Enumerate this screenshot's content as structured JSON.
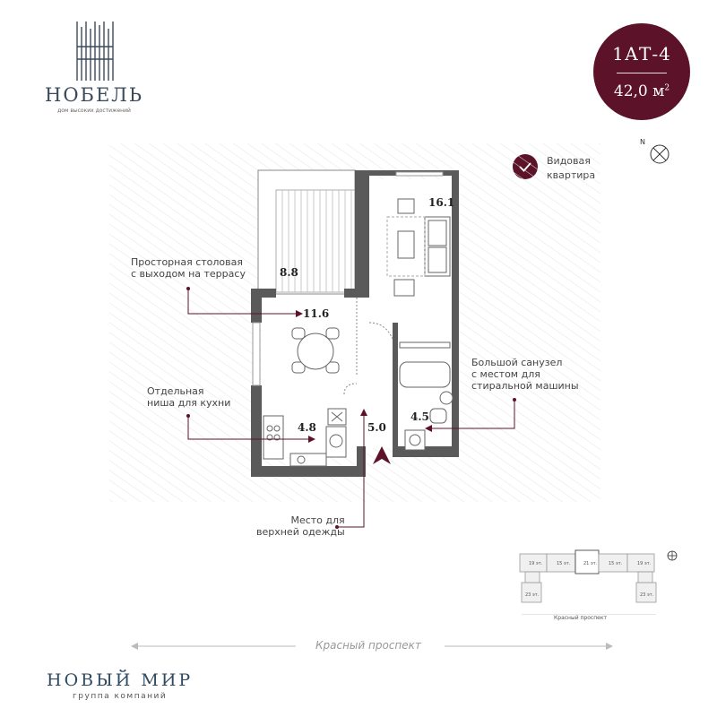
{
  "brand": {
    "name": "НОБЕЛЬ",
    "tagline": "дом высоких достижений"
  },
  "apartment": {
    "code": "1АТ-4",
    "area": "42,0 м",
    "area_unit_sup": "2"
  },
  "view_badge": {
    "text_line1": "Видовая",
    "text_line2": "квартира"
  },
  "compass": {
    "north_label": "N"
  },
  "callouts": {
    "dining": "Просторная столовая\nс выходом на террасу",
    "kitchen": "Отдельная\nниша для кухни",
    "bathroom": "Большой санузел\nс местом для\nстиральной машины",
    "wardrobe": "Место для\nверхней одежды"
  },
  "rooms": {
    "terrace": "8.8",
    "dining": "11.6",
    "living": "16.1",
    "kitchen": "4.8",
    "hall": "5.0",
    "bath": "4.5"
  },
  "street": {
    "main": "Красный проспект",
    "key_map": "Красный проспект"
  },
  "key_map": {
    "floors": [
      "19 эт.",
      "15 эт.",
      "21 эт.",
      "15 эт.",
      "19 эт.",
      "23 эт.",
      "23 эт."
    ]
  },
  "footer": {
    "company": "НОВЫЙ МИР",
    "subtitle": "группа компаний"
  },
  "colors": {
    "accent": "#5c1228",
    "wall": "#5a5a5a"
  }
}
